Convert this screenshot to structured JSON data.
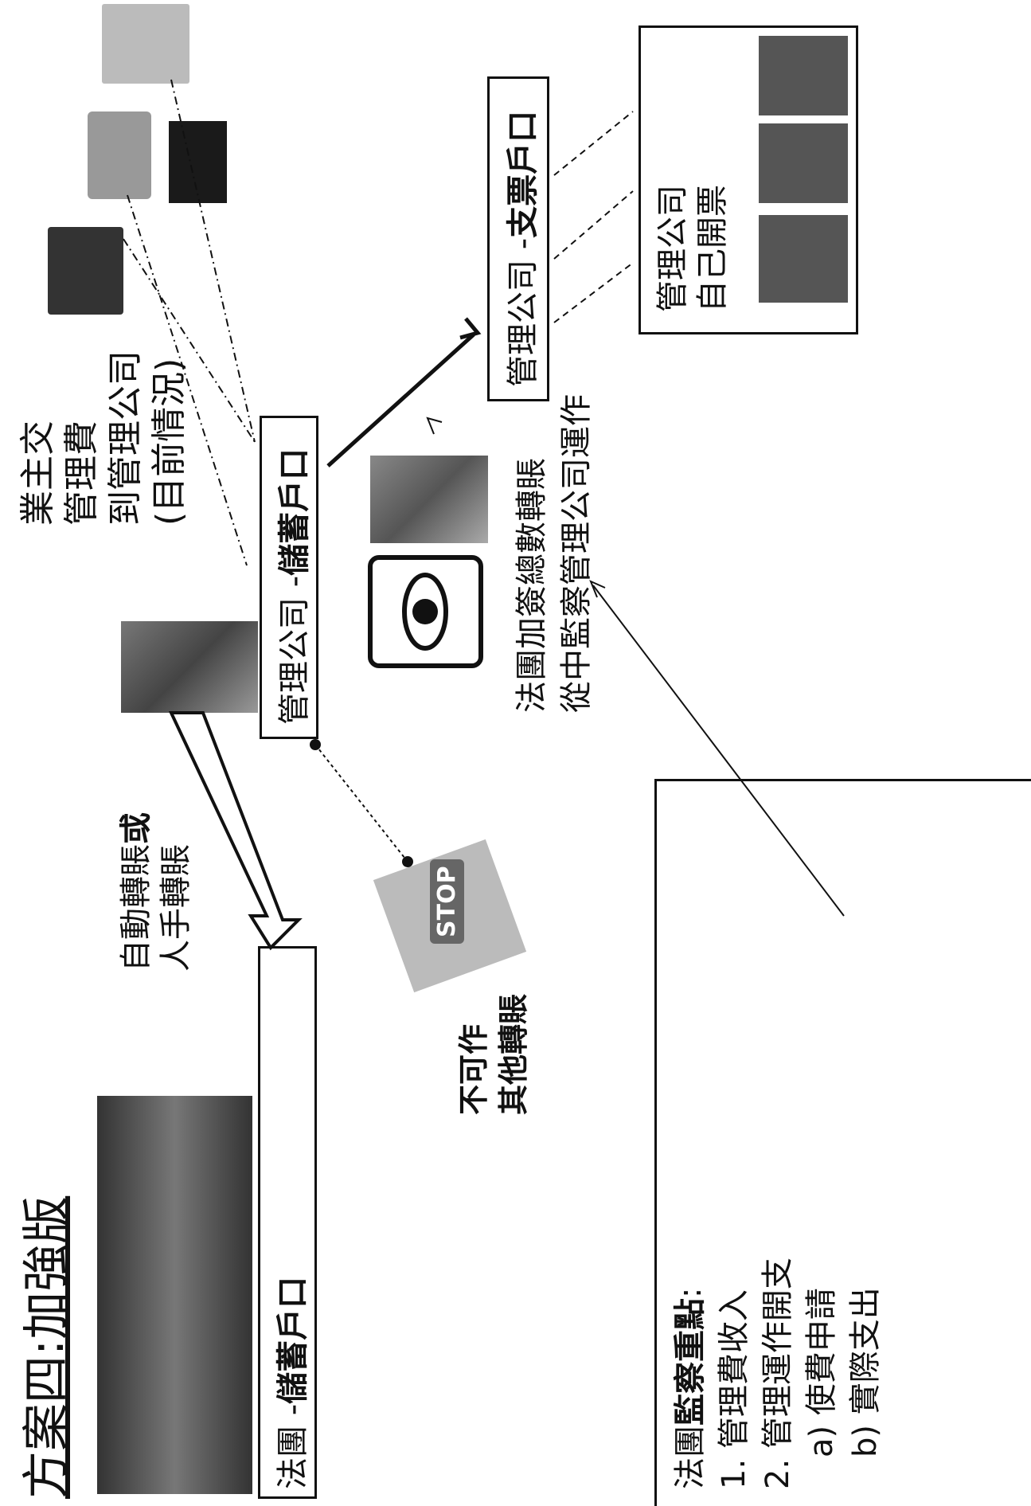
{
  "title": "方案四:加強版",
  "owner_pays": [
    "業主交",
    "管理費",
    "到管理公司",
    "(目前情況)"
  ],
  "mc_savings_account": {
    "prefix": "管理公司 -",
    "bold": "儲蓄戶口"
  },
  "lc_savings_account": {
    "prefix": "法團 -",
    "bold": "儲蓄戶口"
  },
  "mc_cheque_account": {
    "prefix": "管理公司 -",
    "bold": "支票戶口"
  },
  "transfer_note": {
    "line1": "自動轉賬",
    "line1_bold": "或",
    "line2": "人手轉賬"
  },
  "not_allowed": [
    "不可作",
    "其他轉賬"
  ],
  "cosign": [
    "法團加簽總數轉賬",
    "從中監察管理公司運作"
  ],
  "mc_issue": [
    "管理公司",
    "自己開票"
  ],
  "monitor_points": {
    "heading_prefix": "法團",
    "heading_bold": "監察重點",
    "heading_suffix": ":",
    "items": [
      "1.  管理費收入",
      "2.  管理運作開支",
      "a)  使費申請",
      "b)  實際支出"
    ]
  },
  "stop_sign": "STOP"
}
